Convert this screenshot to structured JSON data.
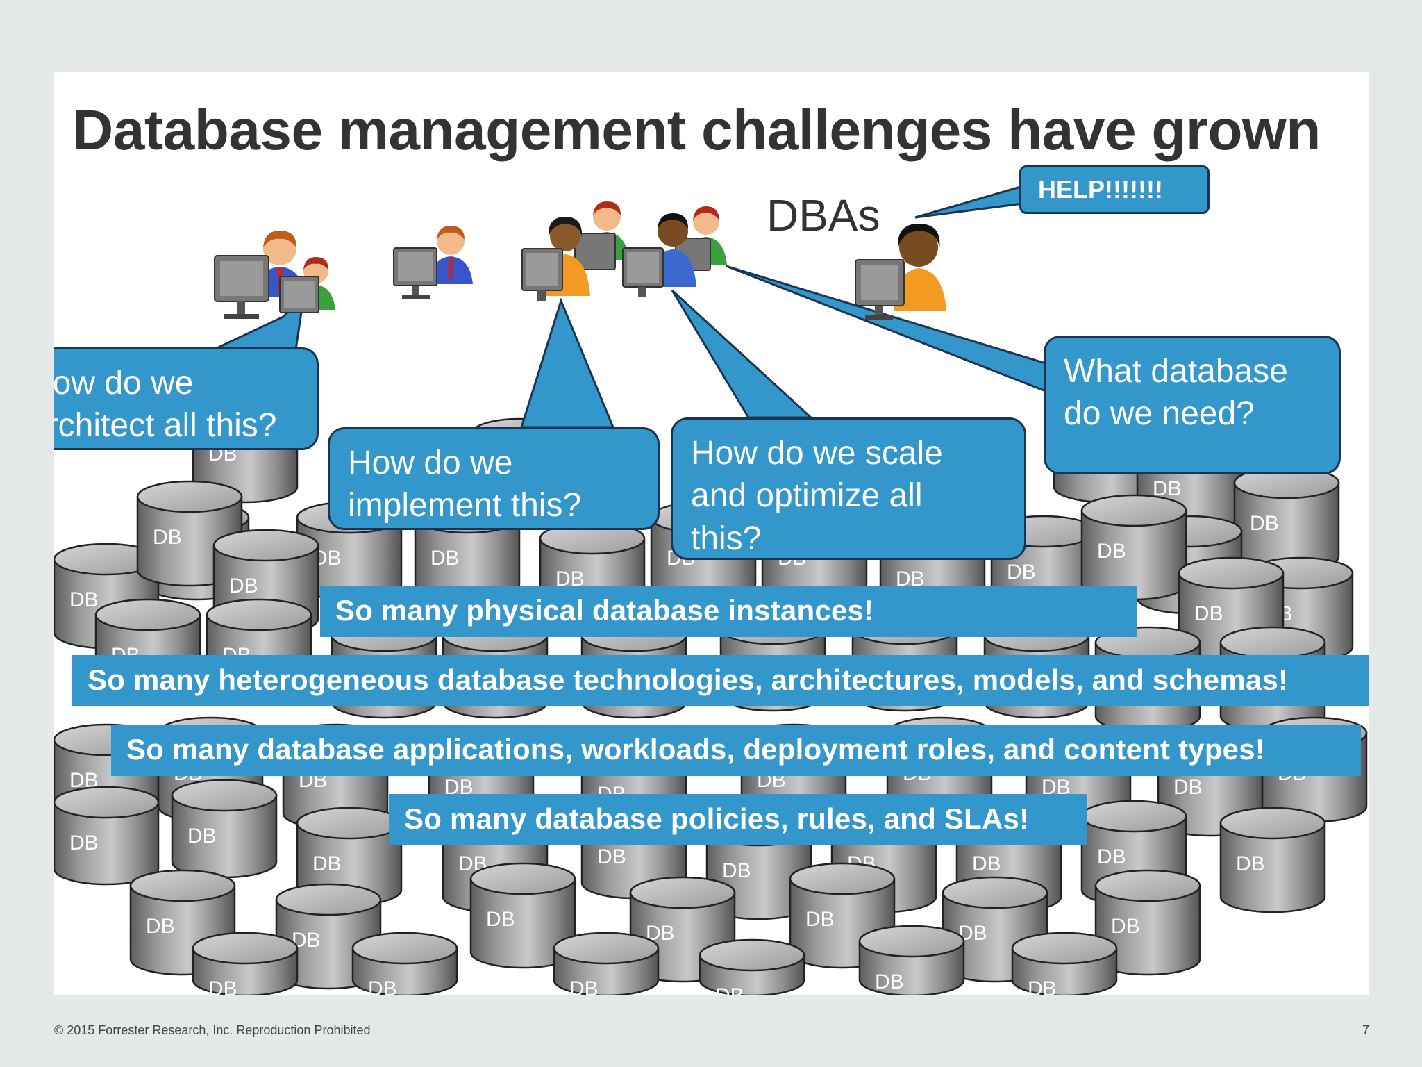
{
  "slide": {
    "title": "Database management challenges have grown",
    "dbas_label": "DBAs",
    "help_bubble": "HELP!!!!!!!",
    "callouts": {
      "architect": [
        "How do we",
        "architect all this?"
      ],
      "implement": [
        "How do we",
        "implement this?"
      ],
      "scale": [
        "How do we scale",
        "and optimize all",
        "this?"
      ],
      "need": [
        "What database",
        "do we need?"
      ]
    },
    "bands": [
      "So many physical database instances!",
      "So many heterogeneous database technologies, architectures, models, and schemas!",
      "So many database applications, workloads, deployment roles, and content types!",
      "So many database policies, rules, and SLAs!"
    ],
    "db_label": "DB",
    "db_partial_labels": [
      "DI",
      "D DB",
      "DB",
      "DB",
      "DB",
      "B",
      "DI",
      "B",
      "DB"
    ]
  },
  "footer": {
    "copyright": "© 2015 Forrester Research, Inc. Reproduction Prohibited",
    "page_number": "7"
  },
  "colors": {
    "accent_blue": "#3397cc",
    "callout_border": "#1a3550",
    "title_text": "#333333",
    "db_gray": "#8a8a8a",
    "background": "#e5e8e8"
  },
  "icons": [
    "database-cylinder-icon",
    "person-at-computer-icon"
  ]
}
